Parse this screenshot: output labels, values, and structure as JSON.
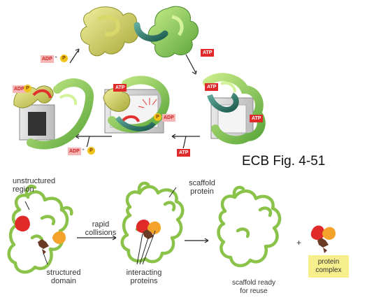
{
  "title": "ECB Fig. 4-51",
  "top": {
    "adp": "ADP",
    "atp": "ATP",
    "p": "P",
    "plus": "+"
  },
  "bottom": {
    "unstructured_region": [
      "unstructured",
      "region"
    ],
    "rapid_collisions": [
      "rapid",
      "collisions"
    ],
    "scaffold_protein": [
      "scaffold",
      "protein"
    ],
    "structured_domain": [
      "structured",
      "domain"
    ],
    "interacting_proteins": [
      "interacting",
      "proteins"
    ],
    "scaffold_ready": [
      "scaffold ready",
      "for reuse"
    ],
    "plus": "+",
    "protein_complex": [
      "protein",
      "complex"
    ]
  },
  "colors": {
    "scaffold_green": "#8bc34a",
    "dark_green": "#2e7d32",
    "olive": "#c7c85a",
    "red": "#e02a2a",
    "orange": "#f4a32a",
    "brown": "#6b3a24",
    "highlight": "#f7ee8c"
  }
}
